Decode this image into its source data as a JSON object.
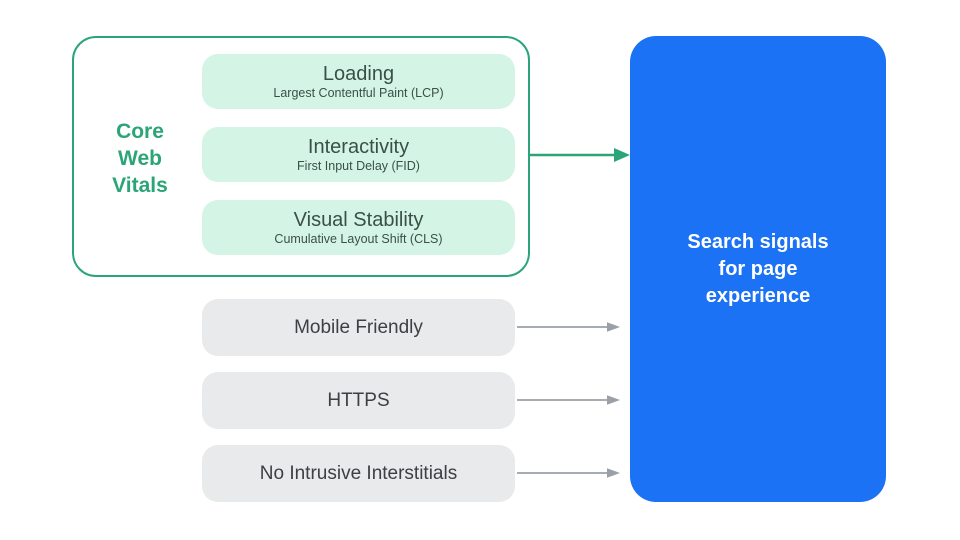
{
  "core_web_vitals": {
    "label_lines": [
      "Core",
      "Web",
      "Vitals"
    ],
    "items": [
      {
        "title": "Loading",
        "subtitle": "Largest Contentful Paint (LCP)"
      },
      {
        "title": "Interactivity",
        "subtitle": "First Input Delay (FID)"
      },
      {
        "title": "Visual Stability",
        "subtitle": "Cumulative Layout Shift (CLS)"
      }
    ]
  },
  "other_signals": [
    {
      "label": "Mobile Friendly"
    },
    {
      "label": "HTTPS"
    },
    {
      "label": "No Intrusive Interstitials"
    }
  ],
  "search_signals": {
    "label_lines": [
      "Search signals",
      "for page",
      "experience"
    ]
  },
  "colors": {
    "green": "#2BA577",
    "green_light": "#D4F5E6",
    "green_pill_text": "#3A5047",
    "gray_pill": "#E9EAEB",
    "gray_text": "#3C4043",
    "gray_arrow": "#9AA0A6",
    "blue": "#1B72F5",
    "blue_text": "#FFFFFF"
  }
}
